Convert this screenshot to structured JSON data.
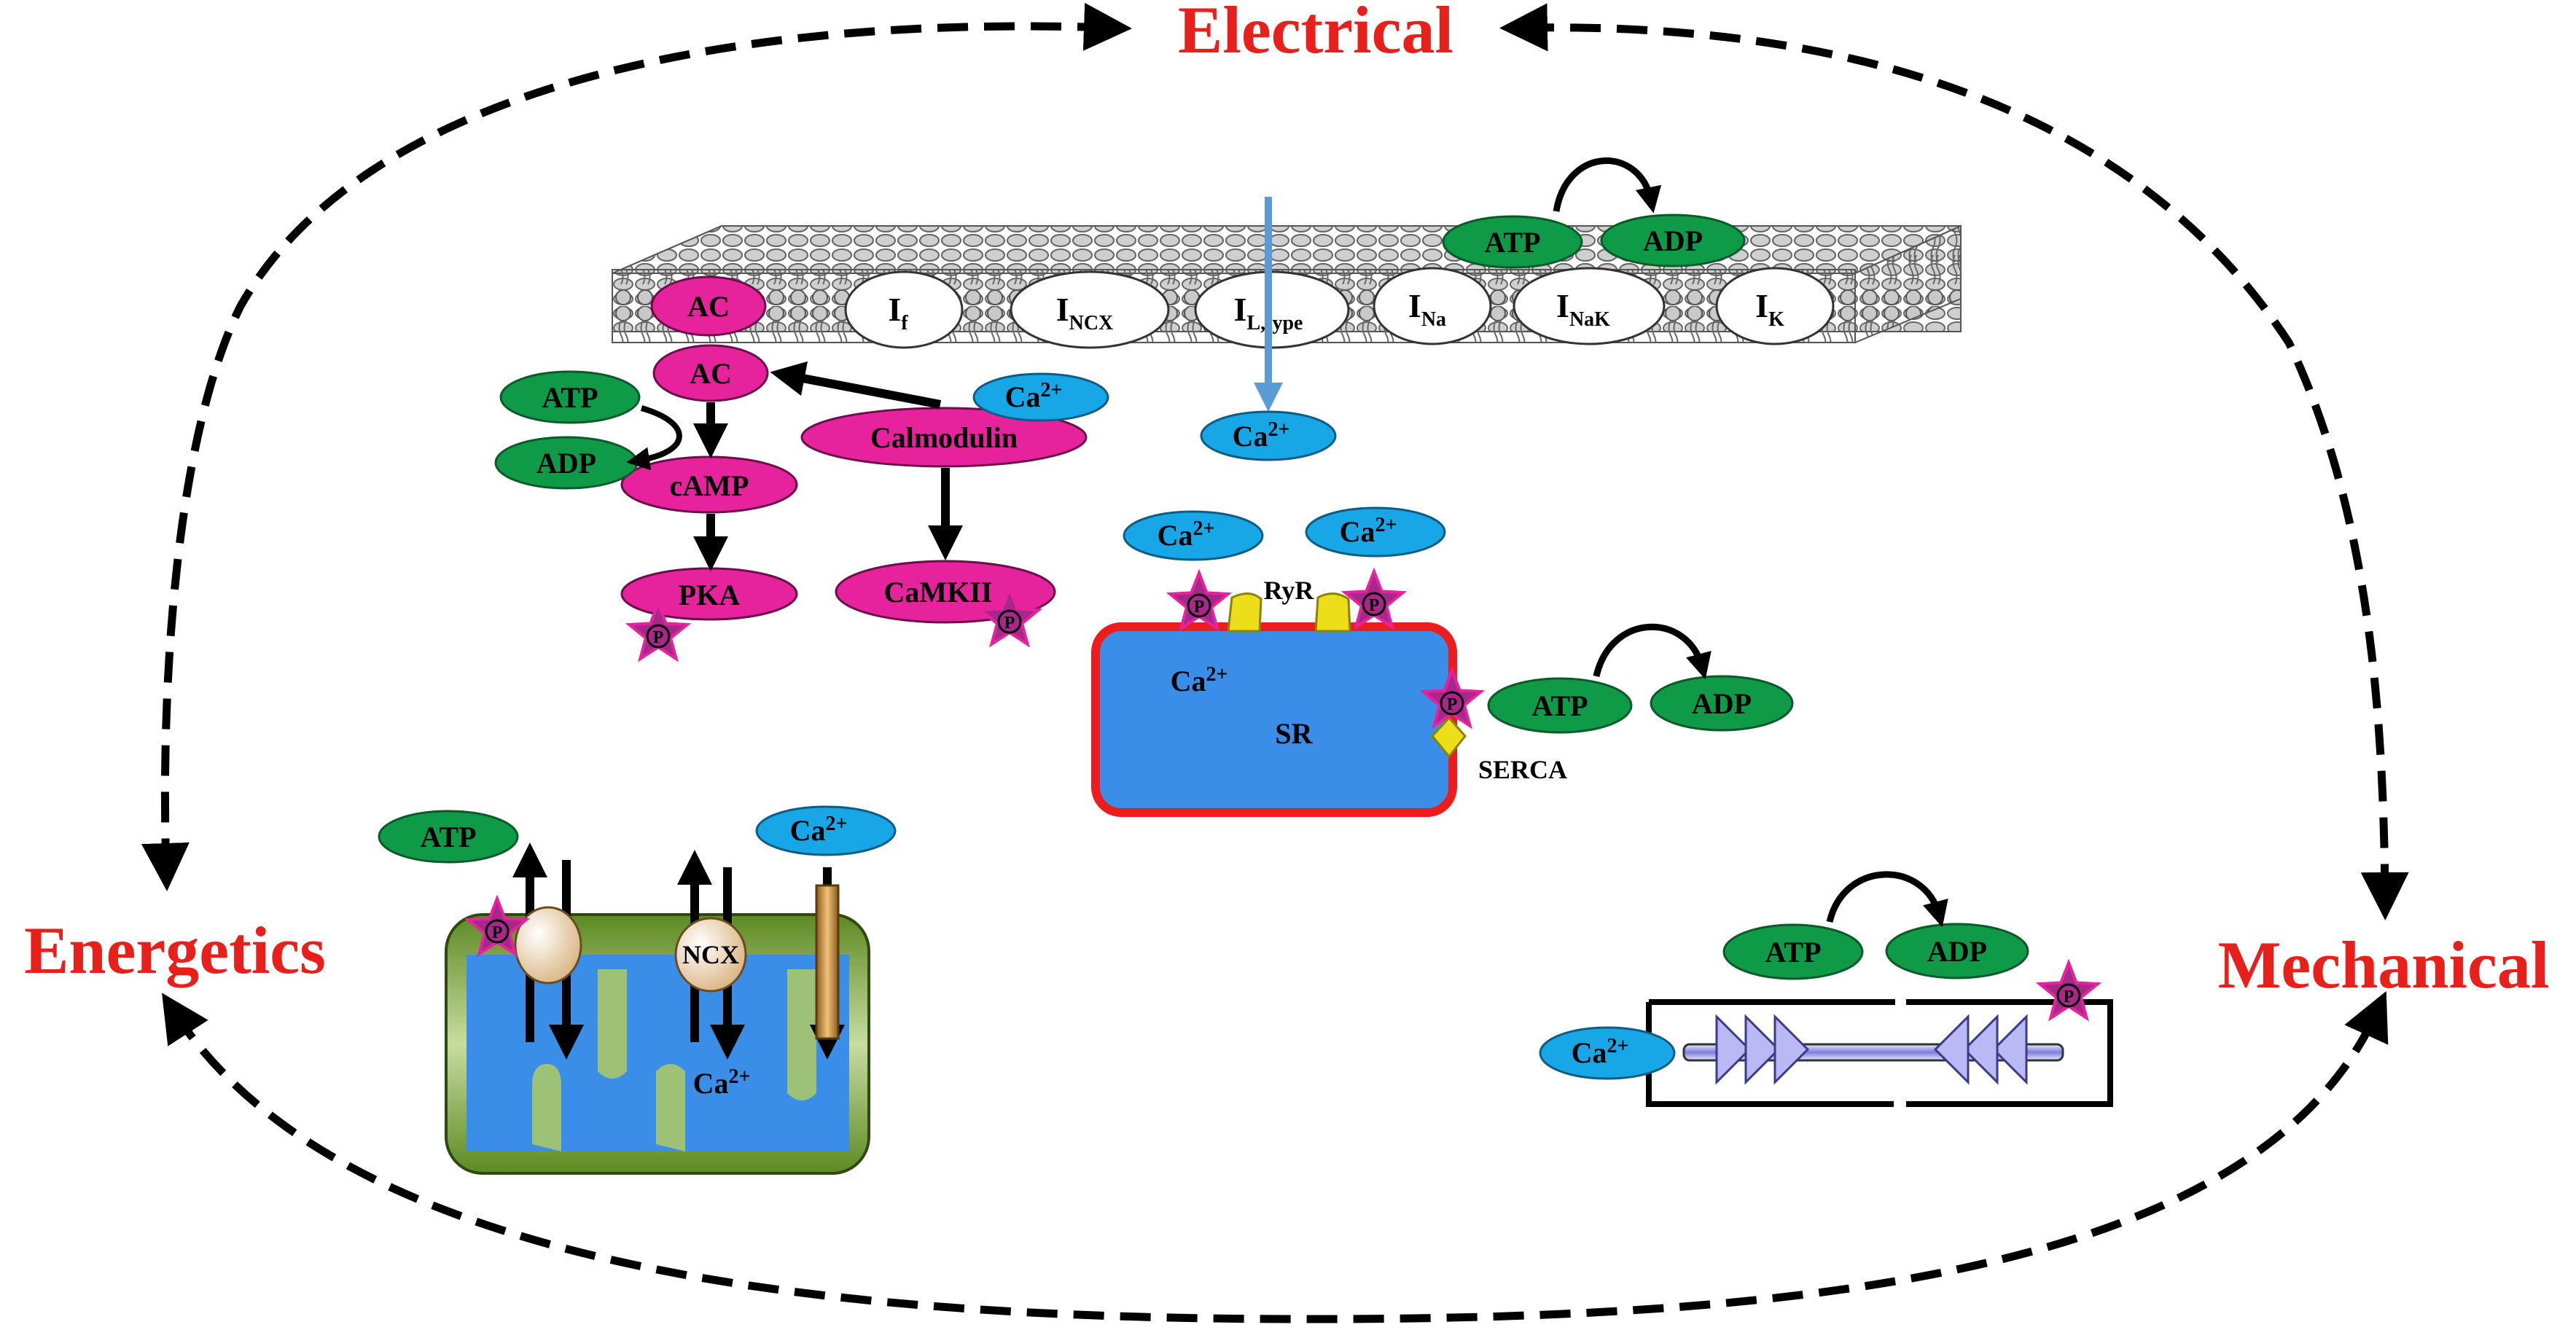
{
  "corners": {
    "electrical": "Electrical",
    "energetics": "Energetics",
    "mechanical": "Mechanical"
  },
  "channels": [
    {
      "main": "I",
      "sub": "f"
    },
    {
      "main": "I",
      "sub": "NCX"
    },
    {
      "main": "I",
      "sub": "L,type"
    },
    {
      "main": "I",
      "sub": "Na"
    },
    {
      "main": "I",
      "sub": "NaK"
    },
    {
      "main": "I",
      "sub": "K"
    }
  ],
  "molecules": {
    "atp": "ATP",
    "adp": "ADP",
    "ac": "AC",
    "camp": "cAMP",
    "pka": "PKA",
    "calmodulin": "Calmodulin",
    "camkii": "CaMKII",
    "ca": "Ca",
    "ca_sup": "2+",
    "phospho": "P"
  },
  "sr": {
    "label": "SR",
    "ryr": "RyR",
    "serca": "SERCA"
  },
  "mito": {
    "ncx": "NCX"
  },
  "colors": {
    "corner_text": "#e8201c",
    "atp_green": "#0f9a48",
    "calcium_blue": "#17a7e6",
    "signaling_magenta": "#e6239c",
    "sr_fill": "#3b8ee8",
    "sr_border": "#ee1c1c",
    "mito_outer": "#6d9a2e",
    "phospho_star": "#a7288a",
    "ryr_yellow": "#ecdf1a"
  },
  "icons": [
    "phosphate-star-icon",
    "dashed-cycle-arrow-icon",
    "membrane-bilayer-icon",
    "sarcomere-icon"
  ]
}
